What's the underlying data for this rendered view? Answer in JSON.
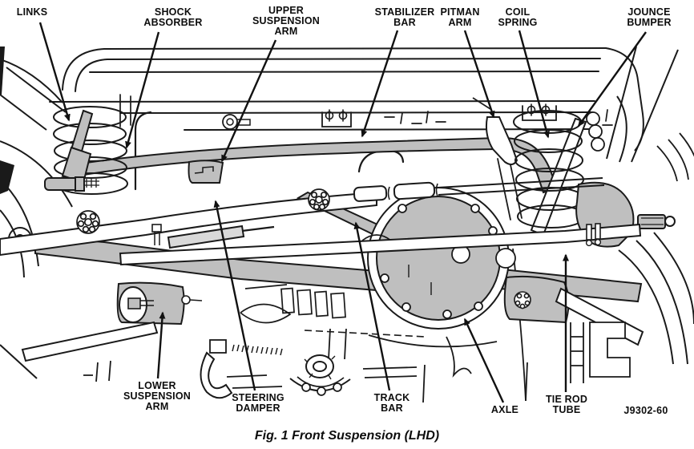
{
  "figure": {
    "caption": "Fig. 1 Front Suspension (LHD)",
    "code": "J9302-60"
  },
  "labels": {
    "links": "LINKS",
    "shock_absorber": "SHOCK\nABSORBER",
    "upper_suspension_arm": "UPPER\nSUSPENSION\nARM",
    "stabilizer_bar": "STABILIZER\nBAR",
    "pitman_arm": "PITMAN\nARM",
    "coil_spring": "COIL\nSPRING",
    "jounce_bumper": "JOUNCE\nBUMPER",
    "lower_suspension_arm": "LOWER\nSUSPENSION\nARM",
    "steering_damper": "STEERING\nDAMPER",
    "track_bar": "TRACK\nBAR",
    "axle": "AXLE",
    "tie_rod_tube": "TIE ROD\nTUBE"
  },
  "colors": {
    "line": "#1a1a1a",
    "shade": "#bfbfbf",
    "paper": "#ffffff"
  }
}
